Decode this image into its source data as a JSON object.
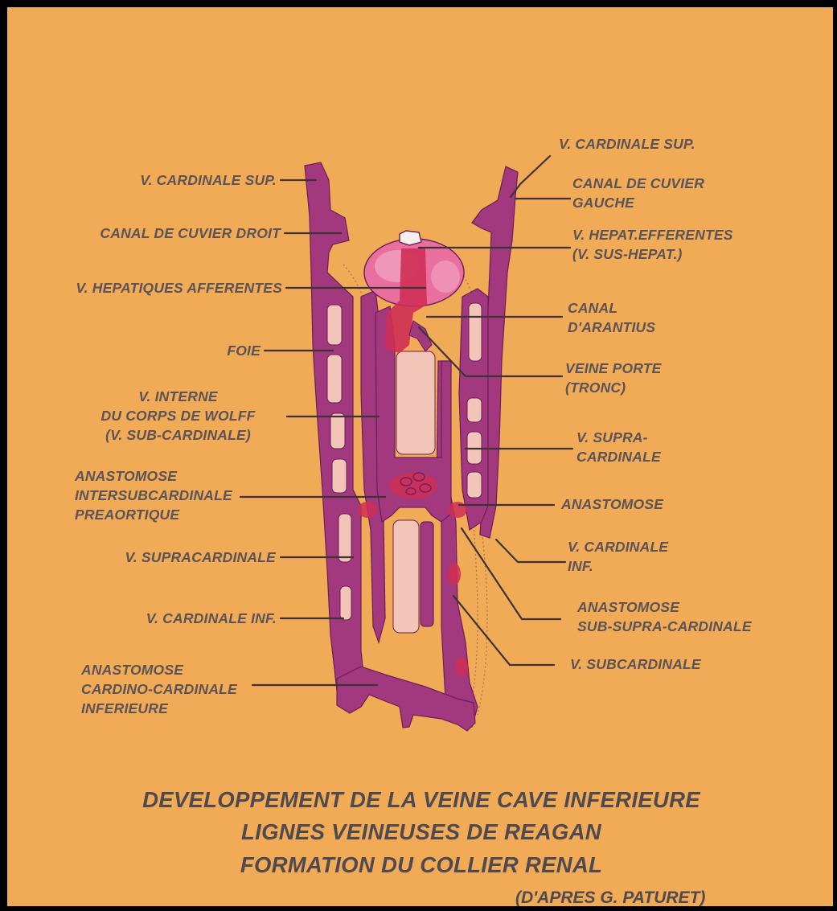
{
  "labels": {
    "left": {
      "v_cardinale_sup": "V. CARDINALE SUP.",
      "canal_cuvier_droit": "CANAL DE CUVIER DROIT",
      "v_hepatiques_afferentes": "V. HEPATIQUES AFFERENTES",
      "foie": "FOIE",
      "v_interne_corps_wolff": "V. INTERNE\nDU CORPS DE WOLFF\n(V. SUB-CARDINALE)",
      "anastomose_intersubcardinale": "ANASTOMOSE\nINTERSUBCARDINALE\nPREAORTIQUE",
      "v_supracardinale": "V. SUPRACARDINALE",
      "v_cardinale_inf": "V. CARDINALE INF.",
      "anastomose_cardino_cardinale": "ANASTOMOSE\nCARDINO-CARDINALE\nINFERIEURE"
    },
    "right": {
      "v_cardinale_sup": "V. CARDINALE SUP.",
      "canal_cuvier_gauche": "CANAL DE CUVIER\nGAUCHE",
      "v_hepat_efferentes": "V. HEPAT.EFFERENTES\n(V. SUS-HEPAT.)",
      "canal_arantius": "CANAL\nD'ARANTIUS",
      "veine_porte": "VEINE PORTE\n(TRONC)",
      "v_supra_cardinale": "V. SUPRA-\nCARDINALE",
      "anastomose": "ANASTOMOSE",
      "v_cardinale_inf": "V. CARDINALE\nINF.",
      "anastomose_sub_supra": "ANASTOMOSE\nSUB-SUPRA-CARDINALE",
      "v_subcardinale": "V. SUBCARDINALE"
    }
  },
  "caption": {
    "line1": "DEVELOPPEMENT DE LA VEINE CAVE INFERIEURE",
    "line2": "LIGNES VEINEUSES DE REAGAN",
    "line3": "FORMATION DU COLLIER RENAL",
    "credit": "(D'APRES G. PATURET)"
  },
  "colors": {
    "background": "#f1aa56",
    "vein_purple": "#a2387e",
    "vein_red": "#cf2f55",
    "liver_pink": "#e9709e",
    "label_gray": "#5a5358"
  }
}
